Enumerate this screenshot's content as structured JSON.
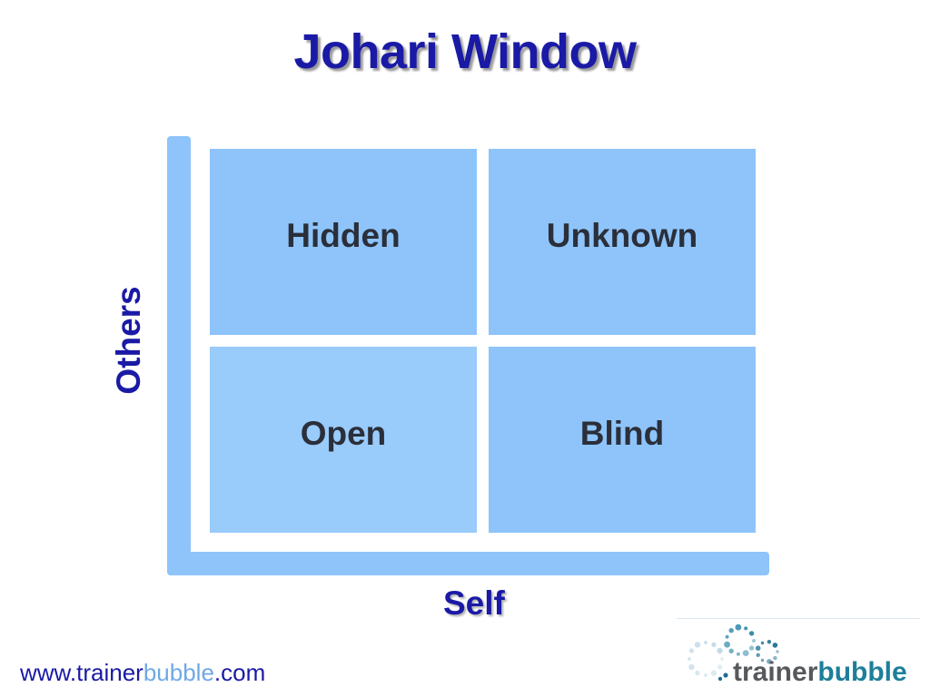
{
  "slide": {
    "title": "Johari Window",
    "axis_labels": {
      "vertical": "Others",
      "horizontal": "Self"
    },
    "quadrants": {
      "top_left": "Hidden",
      "top_right": "Unknown",
      "bottom_left": "Open",
      "bottom_right": "Blind"
    }
  },
  "footer": {
    "url_prefix": "www.trainer",
    "url_accent": "bubble",
    "url_suffix": ".com"
  },
  "logo": {
    "word_dark": "trainer",
    "word_color": "bubble"
  },
  "colors": {
    "title": "#1a1aa6",
    "quadrant_fill": "#8ec4fa",
    "quadrant_text": "#2a2f3a",
    "axis_fill": "#8ec4fa",
    "url_accent": "#6fa8e8",
    "logo_teal": "#1d7f9a"
  }
}
